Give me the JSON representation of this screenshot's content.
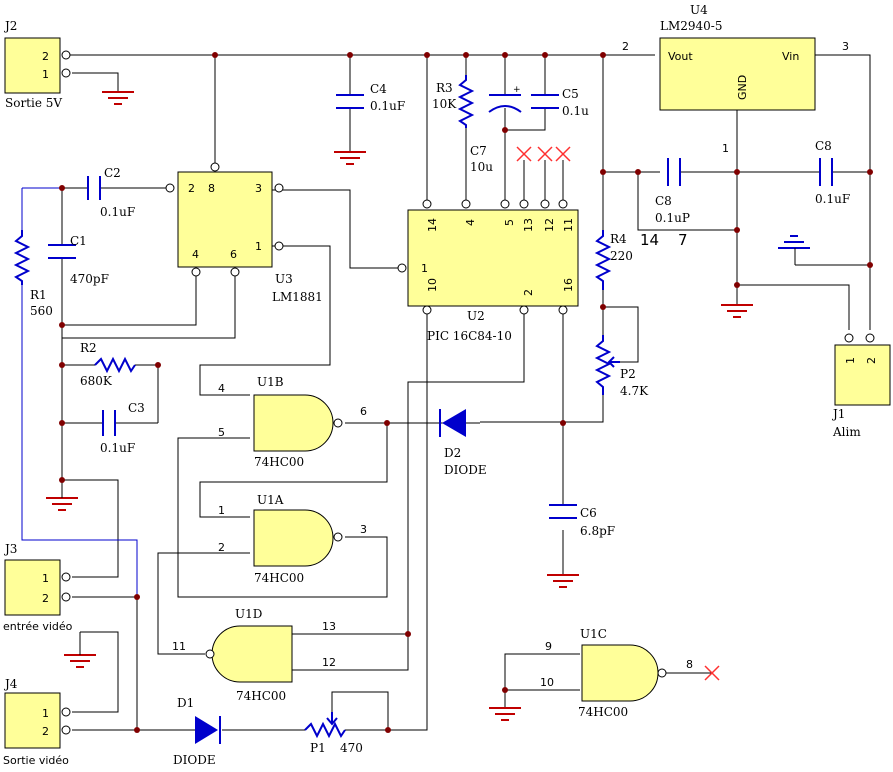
{
  "j2": {
    "ref": "J2",
    "pin_a": "2",
    "pin_b": "1",
    "label": "Sortie 5V"
  },
  "j3": {
    "ref": "J3",
    "pin_a": "1",
    "pin_b": "2",
    "label": "entrée vidéo"
  },
  "j4": {
    "ref": "J4",
    "pin_a": "1",
    "pin_b": "2",
    "label": "Sortie vidéo"
  },
  "j1": {
    "ref": "J1",
    "pin_a": "1",
    "pin_b": "2",
    "label": "Alim"
  },
  "u4": {
    "ref": "U4",
    "part": "LM2940-5",
    "vout": "Vout",
    "vin": "Vin",
    "gnd": "GND",
    "pin_out": "2",
    "pin_in": "3",
    "pin_gnd": "1"
  },
  "u3": {
    "ref": "U3",
    "part": "LM1881",
    "pin_2": "2",
    "pin_8": "8",
    "pin_3": "3",
    "pin_4": "4",
    "pin_6": "6",
    "pin_1": "1"
  },
  "u2": {
    "ref": "U2",
    "part": "PIC 16C84-10",
    "pin_14": "14",
    "pin_4": "4",
    "pin_5": "5",
    "pin_13": "13",
    "pin_12": "12",
    "pin_11": "11",
    "pin_1": "1",
    "pin_10": "10",
    "pin_2": "2",
    "pin_16": "16"
  },
  "c4": {
    "ref": "C4",
    "value": "0.1uF"
  },
  "r3": {
    "ref": "R3",
    "value": "10K"
  },
  "c7": {
    "ref": "C7",
    "value": "10u"
  },
  "c5": {
    "ref": "C5",
    "value": "0.1u"
  },
  "c2": {
    "ref": "C2",
    "value": "0.1uF"
  },
  "c1": {
    "ref": "C1",
    "value": "470pF"
  },
  "r1": {
    "ref": "R1",
    "value": "560"
  },
  "c8a": {
    "ref": "C8",
    "value": "0.1uP"
  },
  "c8b": {
    "ref": "C8",
    "value": "0.1uF"
  },
  "marks": {
    "a": "14",
    "b": "7"
  },
  "r4": {
    "ref": "R4",
    "value": "220"
  },
  "p2": {
    "ref": "P2",
    "value": "4.7K"
  },
  "r2": {
    "ref": "R2",
    "value": "680K"
  },
  "c3": {
    "ref": "C3",
    "value": "0.1uF"
  },
  "u1b": {
    "ref": "U1B",
    "part": "74HC00",
    "pin_in_a": "4",
    "pin_in_b": "5",
    "pin_out": "6"
  },
  "d2": {
    "ref": "D2",
    "value": "DIODE"
  },
  "u1a": {
    "ref": "U1A",
    "part": "74HC00",
    "pin_in_a": "1",
    "pin_in_b": "2",
    "pin_out": "3"
  },
  "c6": {
    "ref": "C6",
    "value": "6.8pF"
  },
  "u1d": {
    "ref": "U1D",
    "part": "74HC00",
    "pin_out": "11",
    "pin_in_a": "13",
    "pin_in_b": "12"
  },
  "d1": {
    "ref": "D1",
    "value": "DIODE"
  },
  "p1": {
    "ref": "P1",
    "value": "470"
  },
  "u1c": {
    "ref": "U1C",
    "part": "74HC00",
    "pin_in_a": "9",
    "pin_in_b": "10",
    "pin_out": "8"
  },
  "colors": {
    "wire": "#000000",
    "component": "#0000cc",
    "ground": "#c00000",
    "ic_fill": "#ffff99",
    "junction": "#800000",
    "no_connect": "#ff3030"
  }
}
